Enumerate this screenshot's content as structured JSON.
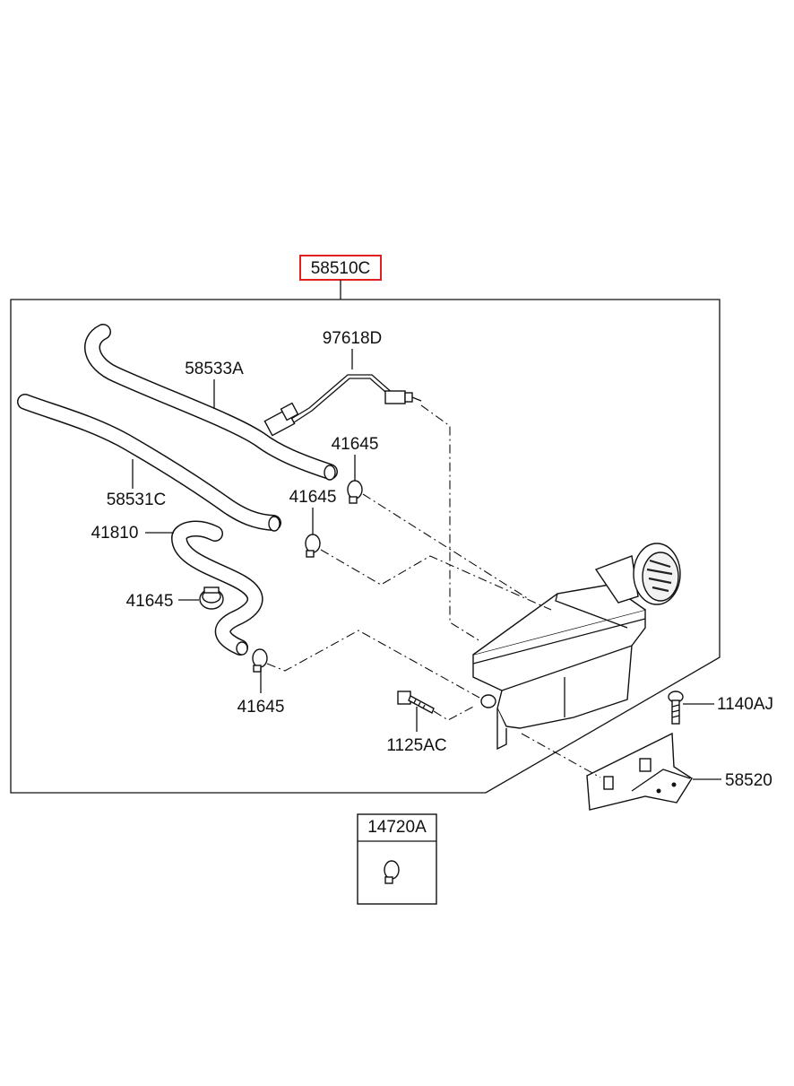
{
  "diagram": {
    "assembly_label": "58510C",
    "highlight_color": "#e02020",
    "callouts": {
      "c97618D": "97618D",
      "c58533A": "58533A",
      "c41645_a": "41645",
      "c41645_b": "41645",
      "c58531C": "58531C",
      "c41810": "41810",
      "c41645_c": "41645",
      "c41645_d": "41645",
      "c1125AC": "1125AC",
      "c1140AJ": "1140AJ",
      "c58520": "58520"
    },
    "inset_label": "14720A"
  }
}
